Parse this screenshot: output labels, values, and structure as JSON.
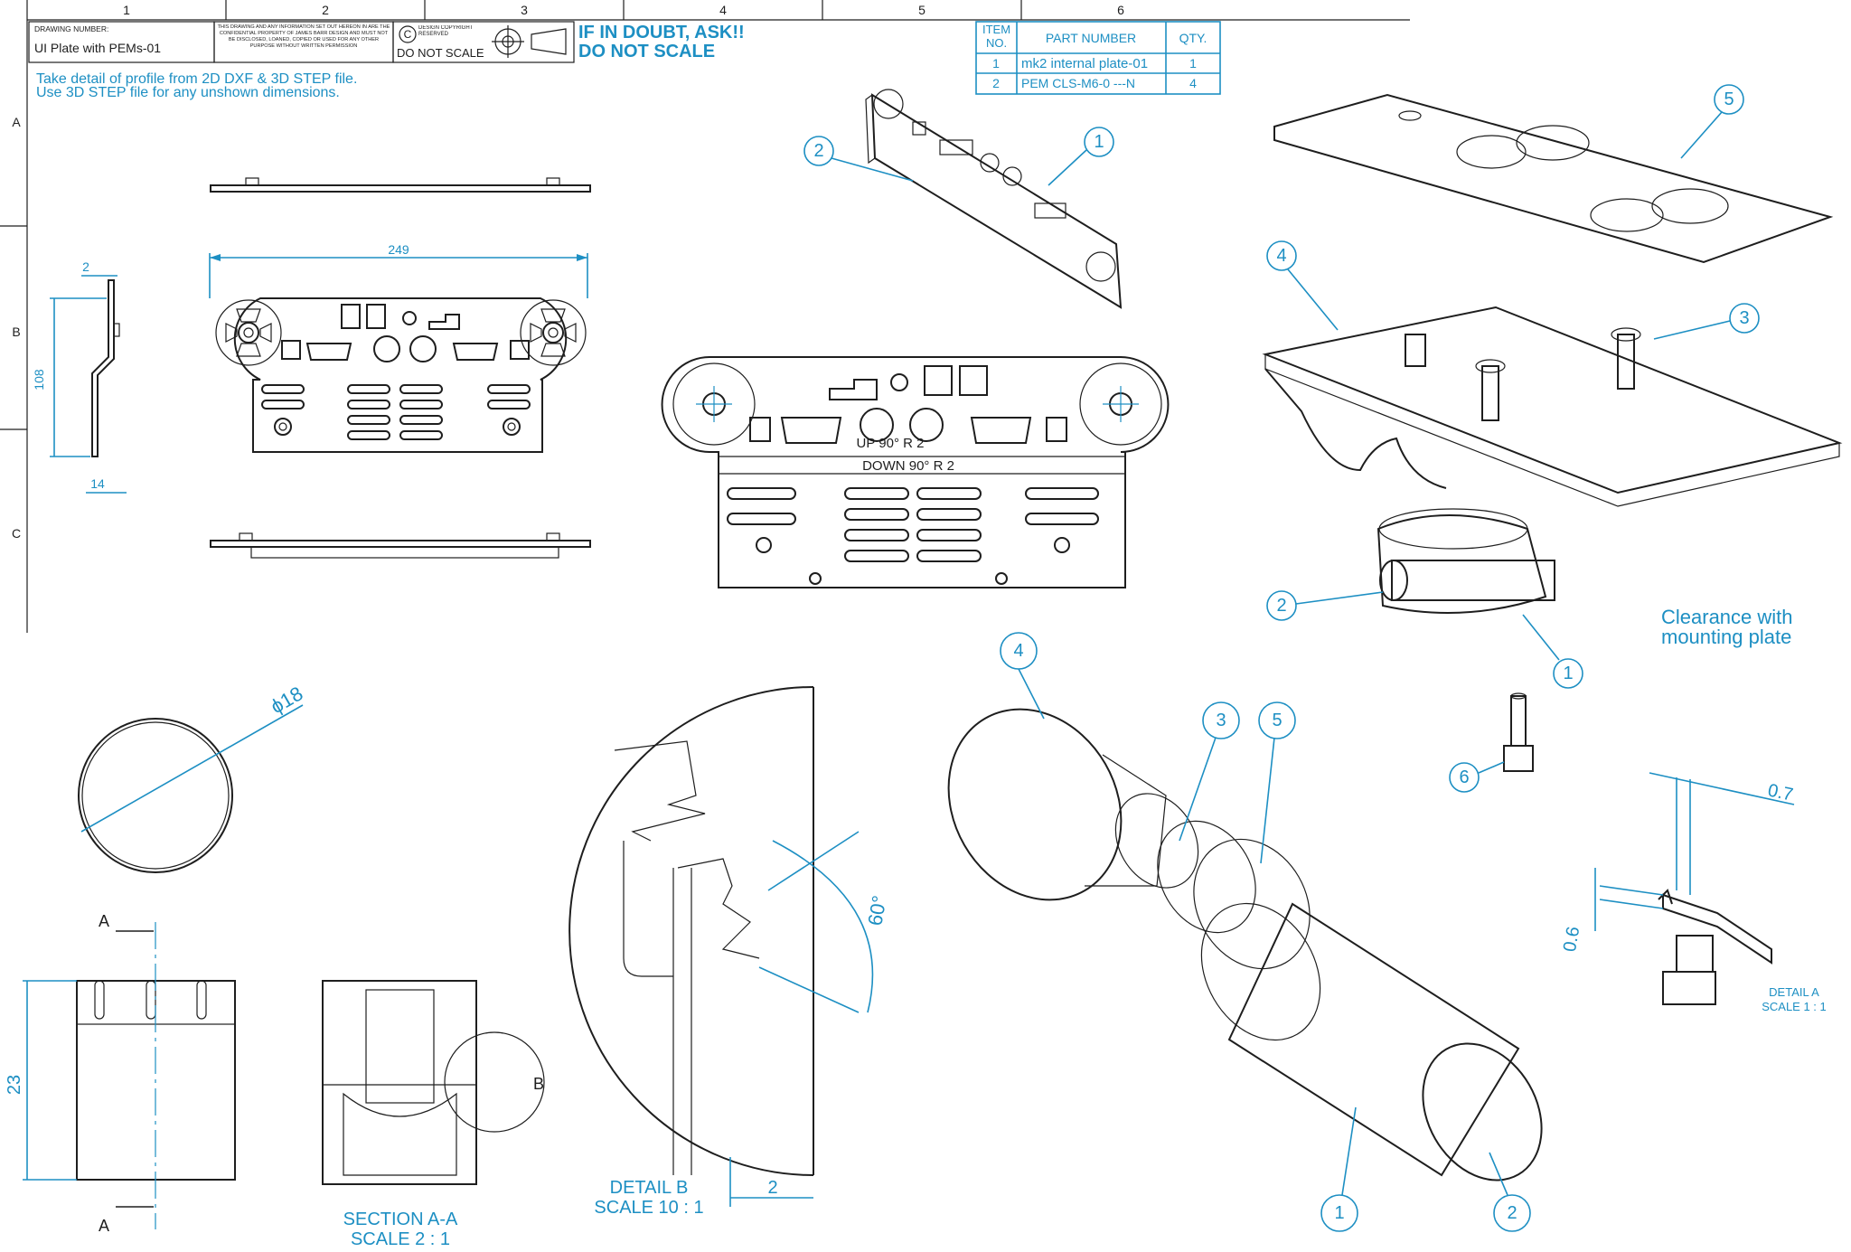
{
  "colors": {
    "annotation": "#1d8fc3",
    "linework": "#1e1e1e",
    "background": "#ffffff"
  },
  "zones": {
    "columns": [
      "1",
      "2",
      "3",
      "4",
      "5",
      "6"
    ],
    "rows": [
      "A",
      "B",
      "C"
    ]
  },
  "title_block": {
    "drawing_number_label": "DRAWING NUMBER:",
    "drawing_name": "UI Plate with PEMs-01",
    "confidential_notice": "THIS DRAWING AND ANY INFORMATION SET OUT HEREON IN ARE THE CONFIDENTIAL PROPERTY OF JAMES BARR DESIGN AND MUST NOT BE DISCLOSED, LOANED, COPIED OR USED FOR ANY OTHER PURPOSE WITHOUT WRITTEN PERMISSION",
    "copyright": "DESIGN COPYRIGHT RESERVED",
    "do_not_scale": "DO NOT SCALE",
    "warning_1": "IF IN DOUBT, ASK!!",
    "warning_2": "DO NOT SCALE"
  },
  "bom": {
    "headers": [
      "ITEM NO.",
      "PART NUMBER",
      "QTY."
    ],
    "rows": [
      {
        "item": "1",
        "part": "mk2 internal plate-01",
        "qty": "1"
      },
      {
        "item": "2",
        "part": "PEM CLS-M6-0 ---N",
        "qty": "4"
      }
    ]
  },
  "notes": [
    "Take detail of profile from 2D DXF & 3D STEP file.",
    "Use 3D STEP file for any unshown dimensions."
  ],
  "dimensions": {
    "plate_width": "249",
    "plate_thickness": "2",
    "plate_height": "108",
    "flange_depth": "14",
    "insert_diameter": "ϕ18",
    "insert_height": "23",
    "thread_angle": "60°",
    "detail_b_width": "2",
    "detail_a_top": "0.7",
    "detail_a_side": "0.6"
  },
  "flat_pattern": {
    "bend_up": "UP  90°  R 2",
    "bend_down": "DOWN  90°  R 2"
  },
  "view_labels": {
    "section_title": "SECTION A-A",
    "section_scale": "SCALE 2 : 1",
    "detail_b_title": "DETAIL B",
    "detail_b_scale": "SCALE 10 : 1",
    "detail_a_title": "DETAIL A",
    "detail_a_scale": "SCALE 1 : 1",
    "section_marker": "A",
    "detail_marker": "B",
    "clearance_note_1": "Clearance with",
    "clearance_note_2": "mounting plate"
  },
  "balloons": {
    "iso_plate_2": "2",
    "iso_plate_1": "1",
    "exploded_5": "5",
    "exploded_4": "4",
    "exploded_3": "3",
    "exploded_2": "2",
    "exploded_1": "1",
    "exploded_6": "6",
    "insert_4": "4",
    "insert_3": "3",
    "insert_5": "5",
    "insert_1": "1",
    "insert_2": "2"
  }
}
